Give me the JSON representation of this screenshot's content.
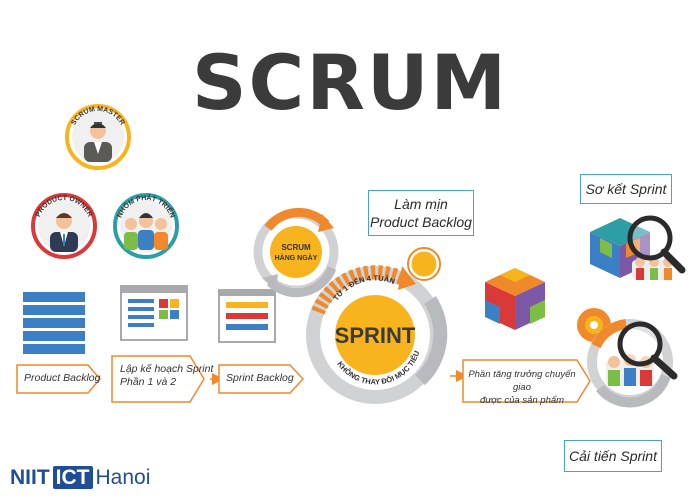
{
  "title": "SCRUM",
  "roles": {
    "scrum_master": "SCRUM MASTER",
    "product_owner": "PRODUCT OWNER",
    "team": "NHÓM PHÁT TRIỂN"
  },
  "stages": {
    "product_backlog": "Product Backlog",
    "sprint_planning_line1": "Lập kế hoạch Sprint",
    "sprint_planning_line2": "Phần 1 và 2",
    "sprint_backlog": "Sprint Backlog",
    "daily_scrum_line1": "SCRUM",
    "daily_scrum_line2": "HÀNG NGÀY",
    "sprint": "SPRINT",
    "sprint_top_text": "TỪ 1 ĐẾN 4 TUẦN",
    "sprint_bottom_text": "KHÔNG THAY ĐỔI MỤC TIÊU",
    "refine_line1": "Làm mịn",
    "refine_line2": "Product Backlog",
    "increment_line1": "Phần tăng trưởng chuyển giao",
    "increment_line2": "được của sản phẩm",
    "review": "Sơ kết Sprint",
    "retro": "Cải tiến Sprint"
  },
  "logo": {
    "part1": "NIIT",
    "part2": "ICT",
    "part3": "Hanoi"
  },
  "colors": {
    "title": "#3b3b3b",
    "orange": "#f0892b",
    "yellow": "#f7b41e",
    "blue": "#3d7fc4",
    "red": "#d93939",
    "teal": "#2d9ea4",
    "gray": "#a7a9ac",
    "purple": "#7d58a6",
    "green": "#7bbd45"
  },
  "icons": [
    "person-icon",
    "document-icon",
    "cube-icon",
    "magnifier-icon",
    "gear-icon"
  ]
}
